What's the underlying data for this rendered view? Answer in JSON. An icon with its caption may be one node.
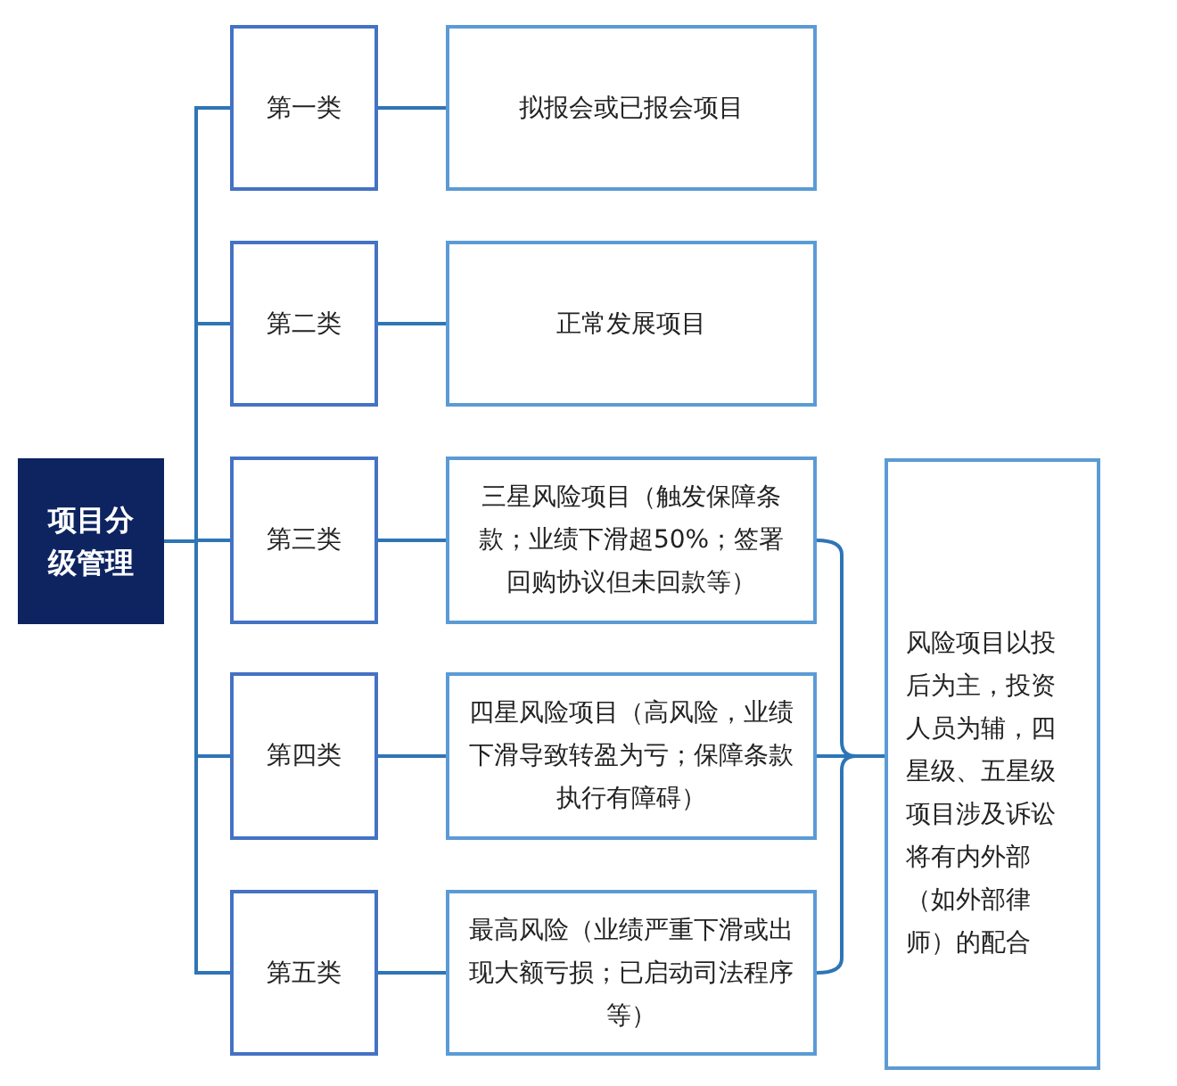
{
  "diagram": {
    "nodes": [
      {
        "text": [
          "项目分级管理"
        ]
      },
      {
        "text": [
          "第一类"
        ]
      },
      {
        "text": [
          "第二类"
        ]
      },
      {
        "text": [
          "第三类"
        ]
      },
      {
        "text": [
          "第四类"
        ]
      },
      {
        "text": [
          "第五类"
        ]
      },
      {
        "text": [
          "拟报会或已报会项目"
        ]
      },
      {
        "text": [
          "正常发展项目"
        ]
      },
      {
        "text": [
          "三星风险项目（触发保障条款；业绩下滑超50%；签署回购协议但未回款等）"
        ]
      },
      {
        "text": [
          "四星风险项目（高风险，业绩下滑导致转盈为亏；保障条款执行有障碍）"
        ]
      },
      {
        "text": [
          "最高风险（业绩严重下滑或出现大额亏损；已启动司法程序等）"
        ]
      },
      {
        "text": [
          "风险项目以投后为主，投资人员为辅，四星级、五星级项目涉及诉讼将有内外部（如外部律师）的配合"
        ]
      }
    ],
    "edges": [
      {
        "from": 0,
        "to": 1,
        "arrow": "none"
      },
      {
        "from": 0,
        "to": 2,
        "arrow": "none"
      },
      {
        "from": 0,
        "to": 3,
        "arrow": "none"
      },
      {
        "from": 0,
        "to": 4,
        "arrow": "none"
      },
      {
        "from": 0,
        "to": 5,
        "arrow": "none"
      },
      {
        "from": 1,
        "to": 6,
        "arrow": "none"
      },
      {
        "from": 2,
        "to": 7,
        "arrow": "none"
      },
      {
        "from": 3,
        "to": 8,
        "arrow": "none"
      },
      {
        "from": 4,
        "to": 9,
        "arrow": "none"
      },
      {
        "from": 5,
        "to": 10,
        "arrow": "none"
      },
      {
        "from": 8,
        "to": 11,
        "arrow": "none"
      },
      {
        "from": 9,
        "to": 11,
        "arrow": "none"
      },
      {
        "from": 10,
        "to": 11,
        "arrow": "none"
      }
    ]
  }
}
